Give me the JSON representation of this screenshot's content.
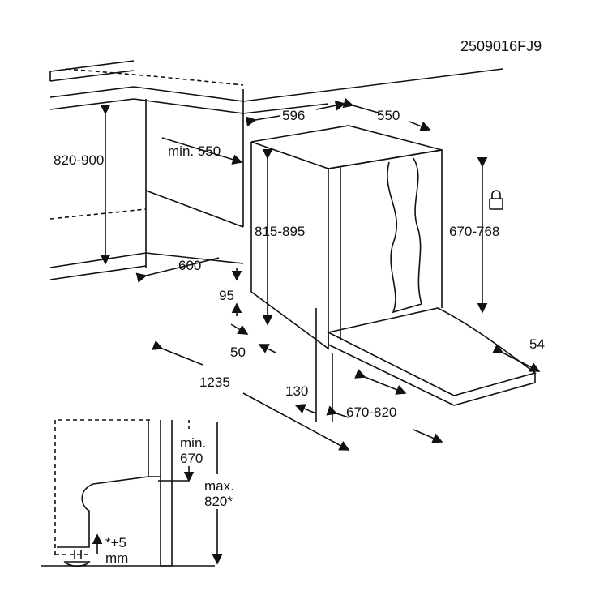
{
  "code": "2509016FJ9",
  "dims": {
    "niche_height": "820-900",
    "niche_depth_min": "min. 550",
    "niche_width": "600",
    "width": "596",
    "depth": "550",
    "height": "815-895",
    "door_height": "670-768",
    "plinth_height": "95",
    "plinth_depth": "50",
    "total_depth": "1235",
    "door_gap": "130",
    "door_range": "670-820",
    "door_offset": "54"
  },
  "detail": {
    "min_label": "min.",
    "min_value": "670",
    "max_label": "max.",
    "max_value": "820*",
    "note_value": "*+5",
    "note_unit": "mm"
  },
  "icons": [
    "lock-icon"
  ]
}
